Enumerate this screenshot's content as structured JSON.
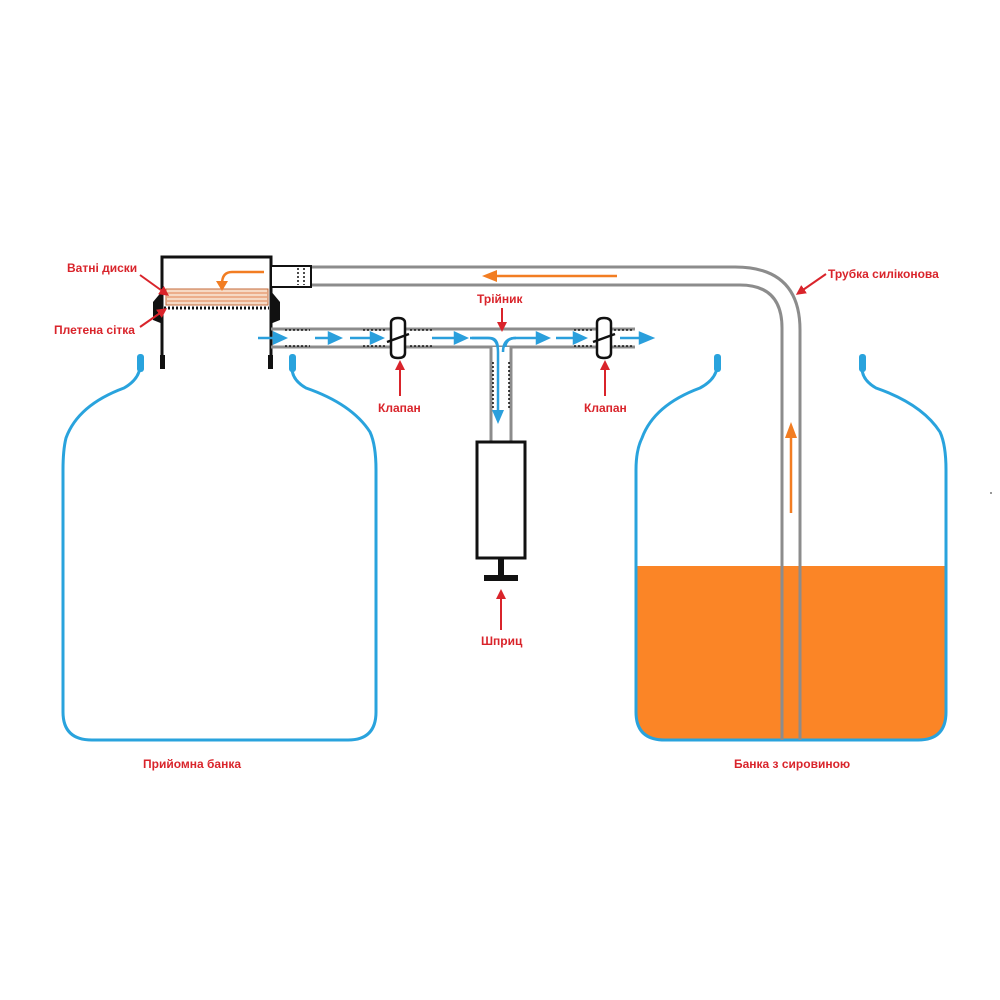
{
  "colors": {
    "label": "#d9242b",
    "bottle": "#29a3dd",
    "liquid": "#fb8526",
    "tube": "#8c8c8c",
    "flow_arrow": "#2a9fdc",
    "return_arrow": "#f27d22",
    "outline": "#111111",
    "cotton": "#e8a078"
  },
  "labels": {
    "cotton_discs": "Ватні диски",
    "woven_mesh": "Плетена сітка",
    "tee": "Трійник",
    "valve_left": "Клапан",
    "valve_right": "Клапан",
    "syringe": "Шприц",
    "silicone_tube": "Трубка силіконова",
    "receiving_jar": "Прийомна банка",
    "raw_material_jar": "Банка з сировиною"
  }
}
